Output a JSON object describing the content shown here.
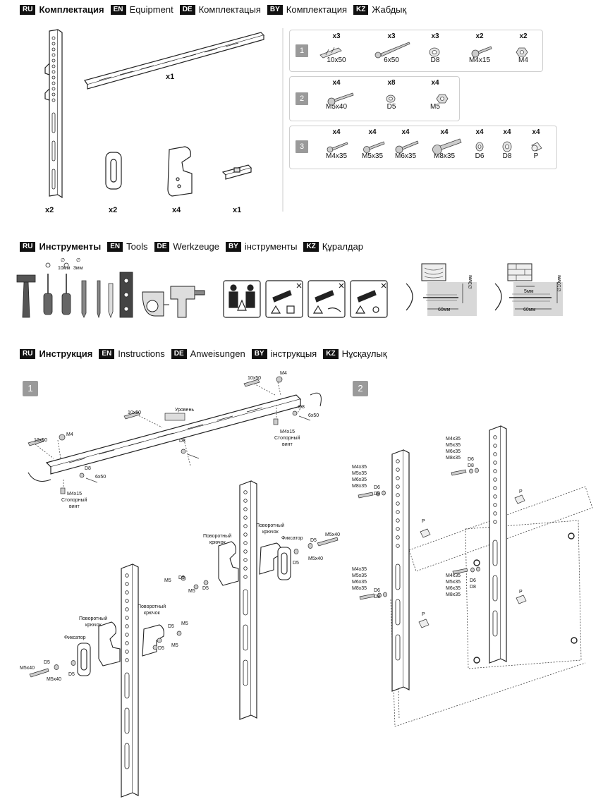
{
  "sections": {
    "kit": [
      {
        "lang": "RU",
        "text": "Комплектация",
        "bold": true
      },
      {
        "lang": "EN",
        "text": "Equipment"
      },
      {
        "lang": "DE",
        "text": "Комплектацыя"
      },
      {
        "lang": "BY",
        "text": "Комплектация"
      },
      {
        "lang": "KZ",
        "text": "Жабдық"
      }
    ],
    "tools": [
      {
        "lang": "RU",
        "text": "Инструменты",
        "bold": true
      },
      {
        "lang": "EN",
        "text": "Tools"
      },
      {
        "lang": "DE",
        "text": "Werkzeuge"
      },
      {
        "lang": "BY",
        "text": "інструменты"
      },
      {
        "lang": "KZ",
        "text": "Құралдар"
      }
    ],
    "instructions": [
      {
        "lang": "RU",
        "text": "Инструкция",
        "bold": true
      },
      {
        "lang": "EN",
        "text": "Instructions"
      },
      {
        "lang": "DE",
        "text": "Anweisungen"
      },
      {
        "lang": "BY",
        "text": "інструкцыя"
      },
      {
        "lang": "KZ",
        "text": "Нұсқаулық"
      }
    ]
  },
  "parts": {
    "rail_qty": "x2",
    "bar_qty": "x1",
    "lock_qty": "x2",
    "hook_qty": "x4",
    "level_qty": "x1"
  },
  "hardware": {
    "pack1": {
      "num": "1",
      "items": [
        {
          "qty": "x3",
          "name": "10x50"
        },
        {
          "qty": "x3",
          "name": "6x50"
        },
        {
          "qty": "x3",
          "name": "D8"
        },
        {
          "qty": "x2",
          "name": "M4x15"
        },
        {
          "qty": "x2",
          "name": "M4"
        }
      ]
    },
    "pack2": {
      "num": "2",
      "items": [
        {
          "qty": "x4",
          "name": "M5x40"
        },
        {
          "qty": "x8",
          "name": "D5"
        },
        {
          "qty": "x4",
          "name": "M5"
        }
      ]
    },
    "pack3": {
      "num": "3",
      "items": [
        {
          "qty": "x4",
          "name": "M4x35"
        },
        {
          "qty": "x4",
          "name": "M5x35"
        },
        {
          "qty": "x4",
          "name": "M6x35"
        },
        {
          "qty": "x4",
          "name": "M8x35"
        },
        {
          "qty": "x4",
          "name": "D6"
        },
        {
          "qty": "x4",
          "name": "D8"
        },
        {
          "qty": "x4",
          "name": "P"
        }
      ]
    }
  },
  "tool_labels": {
    "drill10": "10мм",
    "drill3": "3мм",
    "diam_sym": "∅",
    "depth_a": "60мм",
    "diam_a": "∅3мм",
    "depth_b": "60мм",
    "offset_b": "5мм",
    "diam_b": "∅10мм"
  },
  "step1": {
    "num": "1",
    "anchor_l": "10x50",
    "nut_l": "M4",
    "anchor_m": "10x50",
    "level_lbl": "Уровень",
    "anchor_r": "10x50",
    "nut_r": "M4",
    "washer_l": "D8",
    "screw_l": "6x50",
    "washer_m": "D8",
    "washer_r": "D8",
    "screw_r": "6x50",
    "set_l1": "M4x15",
    "set_l2": "Стопорный",
    "set_l3": "винт",
    "set_r1": "M4x15",
    "set_r2": "Стопорный",
    "set_r3": "винт",
    "hook_a1": "Поворотный",
    "hook_a2": "крючок",
    "hook_b1": "Поворотный",
    "hook_b2": "крючок",
    "lock_a": "Фиксатор",
    "hook_c1": "Поворотный",
    "hook_c2": "крючок",
    "hook_d1": "Поворотный",
    "hook_d2": "крючок",
    "lock_b": "Фиксатор",
    "m5": "M5",
    "d5": "D5",
    "m5x40": "M5x40"
  },
  "step2": {
    "num": "2",
    "screws": [
      "M4x35",
      "M5x35",
      "M6x35",
      "M8x35"
    ],
    "washers": [
      "D6",
      "D8"
    ],
    "spacer": "P"
  }
}
